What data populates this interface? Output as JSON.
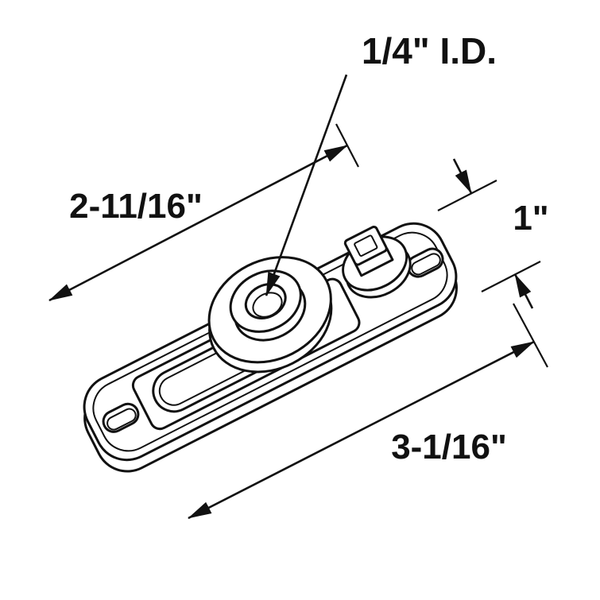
{
  "diagram": {
    "labels": {
      "inner_diameter": "1/4\" I.D.",
      "length_upper": "2-11/16\"",
      "width_end": "1\"",
      "length_lower": "3-1/16\""
    },
    "colors": {
      "line": "#111111",
      "background": "#ffffff"
    }
  }
}
